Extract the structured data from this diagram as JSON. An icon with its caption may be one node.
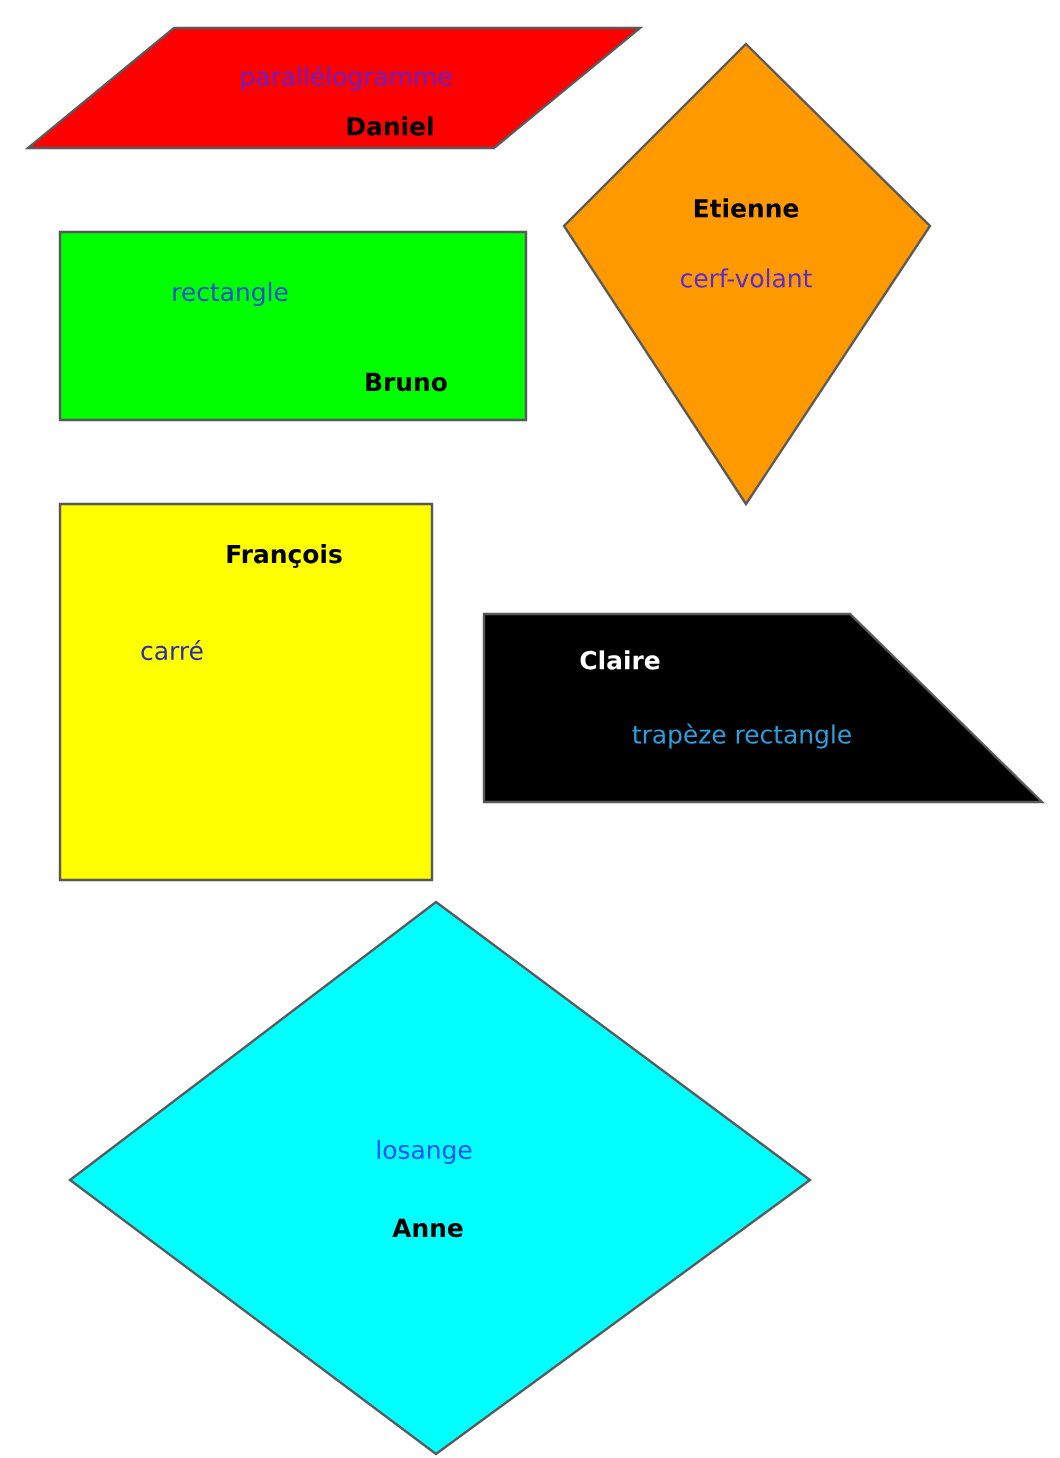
{
  "diagram": {
    "nodes": [
      {
        "text": [
          "parallélogramme",
          "Daniel"
        ]
      },
      {
        "text": [
          "Etienne",
          "cerf-volant"
        ]
      },
      {
        "text": [
          "rectangle",
          "Bruno"
        ]
      },
      {
        "text": [
          "François",
          "carré"
        ]
      },
      {
        "text": [
          "Claire",
          "trapèze rectangle"
        ]
      },
      {
        "text": [
          "losange",
          "Anne"
        ]
      }
    ]
  }
}
